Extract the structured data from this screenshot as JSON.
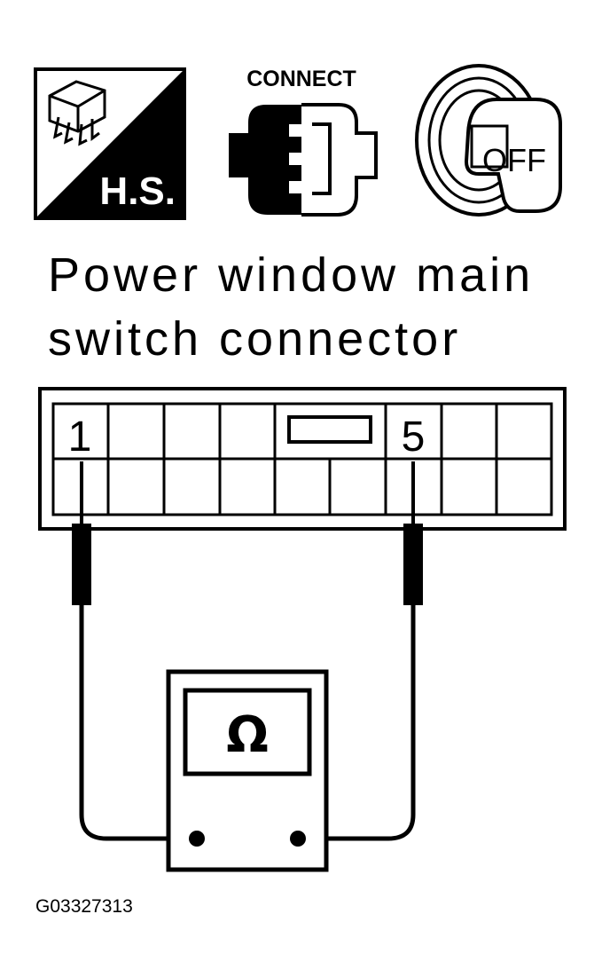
{
  "icons": {
    "harness_side_label": "H.S.",
    "connect_label": "CONNECT",
    "ignition_label": "OFF"
  },
  "title": {
    "line1": "Power window main",
    "line2": "switch connector"
  },
  "connector": {
    "pins": [
      {
        "label": "1"
      },
      {
        "label": "5"
      }
    ]
  },
  "meter": {
    "symbol": "Ω"
  },
  "figure_code": "G03327313"
}
